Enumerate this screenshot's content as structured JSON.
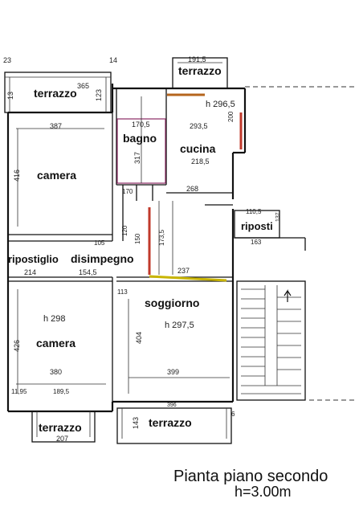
{
  "rooms": {
    "terrazzo_top_left": "terrazzo",
    "terrazzo_top_right": "terrazzo",
    "bagno": "bagno",
    "cucina": "cucina",
    "camera_top": "camera",
    "riposti_right": "riposti",
    "ripostiglio": "ripostiglio",
    "disimpegno": "disimpegno",
    "soggiorno": "soggiorno",
    "camera_bottom": "camera",
    "terrazzo_bottom_left": "terrazzo",
    "terrazzo_bottom_right": "terrazzo"
  },
  "heights": {
    "cucina": "h 296,5",
    "camera_bottom": "h 298",
    "soggiorno": "h 297,5"
  },
  "dimensions": {
    "top_left_23": "23",
    "top_14": "14",
    "top_right_191_5": "191,5",
    "terr_365": "365",
    "terr_123": "123",
    "terr_13": "13",
    "camera_387": "387",
    "camera_416": "416",
    "bagno_170_5": "170,5",
    "bagno_317": "317",
    "cucina_293_5": "293,5",
    "cucina_218_5": "218,5",
    "cucina_200": "200",
    "d_170": "170",
    "d_120": "120",
    "d_268": "268",
    "d_150": "150",
    "d_173_5": "173,5",
    "d_237": "237",
    "d_113": "113",
    "rip_110_5": "110,5",
    "rip_163": "163",
    "rip_137": "137",
    "d_105": "105",
    "d_214": "214",
    "d_154_5": "154,5",
    "camera2_426": "426",
    "camera2_380": "380",
    "sogg_404": "404",
    "sogg_399": "399",
    "b_11_95": "11,95",
    "b_189_5": "189,5",
    "b_207": "207",
    "b_143": "143",
    "b_396": "396",
    "b_6": "6"
  },
  "caption": {
    "title": "Pianta piano secondo",
    "height": "h=3.00m"
  }
}
